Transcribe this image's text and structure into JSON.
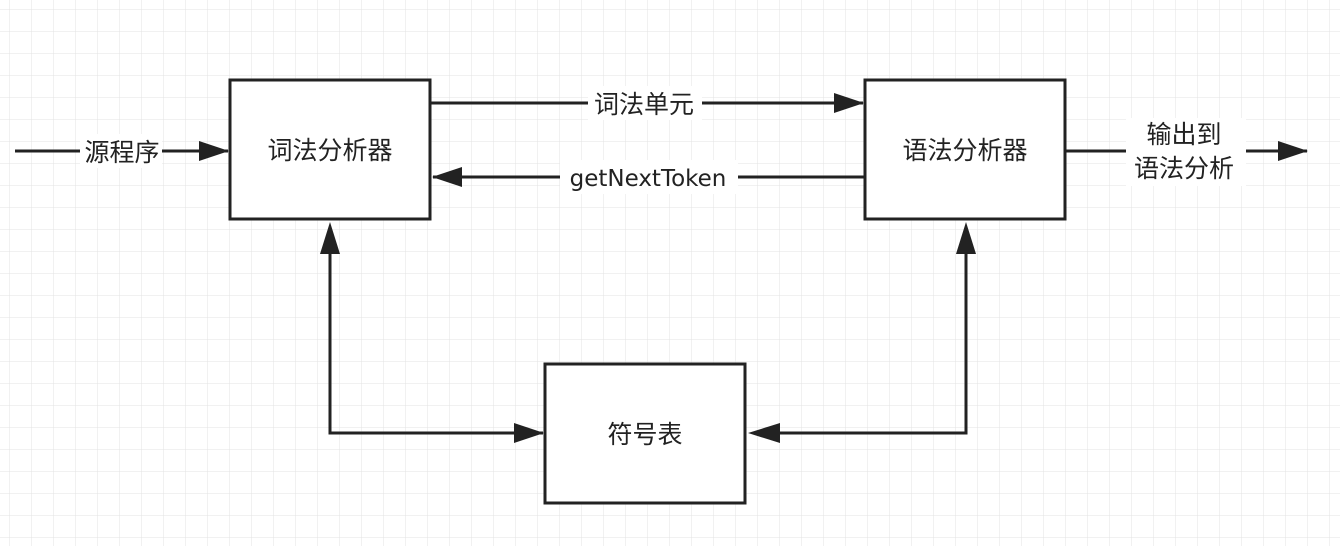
{
  "nodes": {
    "lexer": {
      "label": "词法分析器"
    },
    "parser": {
      "label": "语法分析器"
    },
    "symbol_table": {
      "label": "符号表"
    }
  },
  "edges": {
    "source_program": {
      "label": "源程序"
    },
    "lexical_units": {
      "label": "词法单元"
    },
    "get_next_token": {
      "label": "getNextToken"
    },
    "output_line1": {
      "label": "输出到"
    },
    "output_line2": {
      "label": "语法分析"
    }
  },
  "colors": {
    "stroke": "#222222",
    "grid": "#e3e3e3",
    "node_fill": "#ffffff"
  }
}
